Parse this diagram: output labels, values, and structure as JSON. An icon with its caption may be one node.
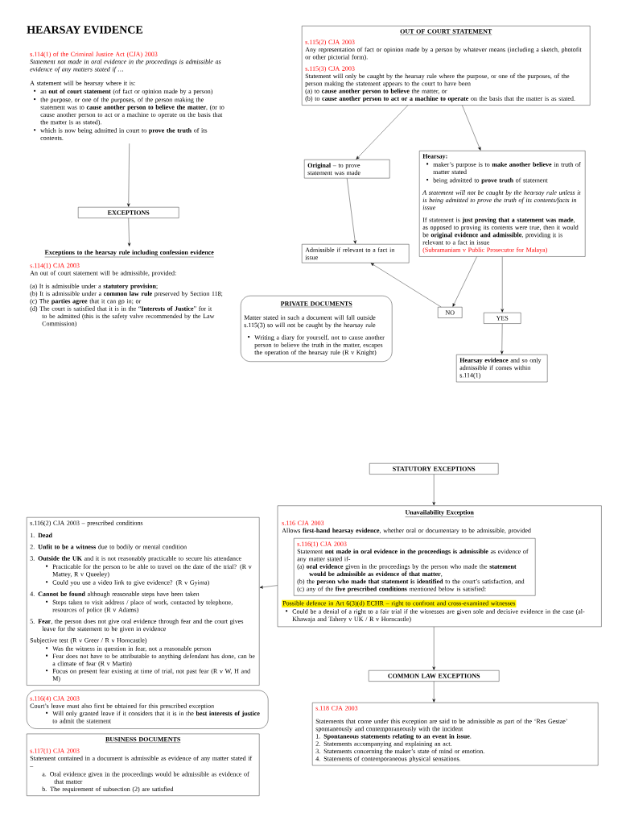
{
  "diagram": {
    "title": "HEARSAY EVIDENCE",
    "nodes": [
      {
        "text": [
          "s.114(1) of the Criminal Justice Act (CJA) 2003",
          "Statement not made in oral evidence in the proceedings is admissible as evidence of any matters stated if …",
          "A statement will be hearsay where it is:",
          "an **out of court statement** (of fact or opinion made by a person)",
          "the purpose, or one of the purposes, of the person making the statement was to **cause another person to believe the matter**, (or to cause another person to act or a machine to operate on the basis that the matter is as stated).",
          "which is now being admitted in court to **prove the truth** of its contents."
        ]
      },
      {
        "text": [
          "EXCEPTIONS"
        ]
      },
      {
        "text": [
          "Exceptions to the hearsay rule including confession evidence",
          "s.114(1) CJA 2003",
          "An out of court statement will be admissible, provided:",
          "(a) It is admissible under a **statutory provision**;",
          "(b) It is admissible under a **common law rule** preserved by Section 118;",
          "(c) The **parties agree** that it can go in; or",
          "(d) The court is satisfied that it is in the “**Interests of Justice**” for it to be admitted (this is the safety valve recommended by the Law Commission)"
        ]
      },
      {
        "text": [
          "OUT OF COURT STATEMENT",
          "s.115(2) CJA 2003",
          "Any representation of fact or opinion made by a person by whatever means (including a sketch, photofit or other pictorial form).",
          "s.115(3) CJA 2003",
          "Statement will only be caught by the hearsay rule where the purpose, or one of the purposes, of the person making the statement appears to the court to have been",
          "(a) to **cause another person to believe** the matter, or",
          "(b) to **cause another person to act or a machine to operate** on the basis that the matter is as stated."
        ]
      },
      {
        "text": [
          "**Original** – to prove statement was made"
        ]
      },
      {
        "text": [
          "Hearsay:",
          "maker’s purpose is to **make another believe** in truth of matter stated",
          "being admitted to **prove truth** of statement",
          "A statement will not be caught by the hearsay rule unless it is being admitted to prove the truth of its contents/facts in issue",
          "If statement is **just proving that a statement was made**, as opposed to proving its contents were true, then it would be **original evidence and admissible**, providing it is relevant to a fact in issue",
          "(Subramaniam v Public Prosecutor for Malaya)"
        ]
      },
      {
        "text": [
          "Admissible if relevant to a fact in issue"
        ]
      },
      {
        "text": [
          "PRIVATE DOCUMENTS",
          "Matter stated in such a document will fall outside s.115(3) so will not be caught by the hearsay rule",
          "Writing a diary for yourself, not to cause another person to believe the truth in the matter, escapes the operation of the hearsay rule (R v Knight)"
        ]
      },
      {
        "text": [
          "NO"
        ]
      },
      {
        "text": [
          "YES"
        ]
      },
      {
        "text": [
          "**Hearsay evidence** and so only admissible if comes within s.114(1)"
        ]
      },
      {
        "text": [
          "STATUTORY EXCEPTIONS"
        ]
      },
      {
        "text": [
          "Unavailability Exception",
          "s.116 CJA 2003",
          "Allows **first-hand hearsay evidence**, whether oral or documentary to be admissible, provided",
          "Possible defence in Art 6(3)(d) ECHR – right to confront and cross-examined witnesses",
          "Could be a denial of a right to a fair trial if the witnesses are given sole and decisive evidence in the case (al-Khawaja and Tahery v UK / R v Horncastle)"
        ]
      },
      {
        "text": [
          "s.116(1) CJA 2003",
          "Statement **not made in oral evidence in the proceedings is admissible** as evidence of any matter stated if-",
          "(a) **oral evidence** given in the proceedings by the person who made the **statement would be admissible as evidence of that matter**,",
          "(b) the **person who made that statement is identified** to the court’s satisfaction, and",
          "(c) any of the **five prescribed conditions** mentioned below is satisfied:"
        ],
        "in": 12
      },
      {
        "text": [
          "s.116(2) CJA 2003 – prescribed conditions",
          "1. **Dead**",
          "2. **Unfit to be a witness** due to bodily or mental condition",
          "3. **Outside the UK** and it is not reasonably practicable to secure his attendance",
          "Practicable for the person to be able to travel on the date of the trial? (R v Mattey, R v Queeley)",
          "Could you use a video link to give evidence? (R v Gyima)",
          "4. **Cannot be found** although reasonable steps have been taken",
          "Steps taken to visit address / place of work, contacted by telephone, resources of police (R v Adams)",
          "5. **Fear**, the person does not give oral evidence through fear and the court gives leave for the statement to be given in evidence",
          "Subjective test (R v Greer / R v Horncastle)",
          "Was the witness in question in fear, not a reasonable person",
          "Fear does not have to be attributable to anything defendant has done, can be a climate of fear (R v Martin)",
          "Focus on present fear existing at time of trial, not past fear (R v W, H and M)"
        ]
      },
      {
        "text": [
          "s.116(4) CJA 2003",
          "Court’s leave must also first be obtained for this prescribed exception",
          "Will only granted leave if it considers that it is in the **best interests of justice** to admit the statement"
        ]
      },
      {
        "text": [
          "COMMON LAW EXCEPTIONS"
        ]
      },
      {
        "text": [
          "BUSINESS DOCUMENTS",
          "s.117(1) CJA 2003",
          "Statement contained in a document is admissible as evidence of any matter stated if –",
          "a. Oral evidence given in the proceedings would be admissible as evidence of that matter",
          "b. The requirement of subsection (2) are satisfied"
        ]
      },
      {
        "text": [
          "s.118 CJA 2003",
          "Statements that come under this exception are said to be admissible as part of the ‘Res Gestae’ spontaneously and contemporaneously with the incident",
          "1. **Spontaneous statements relating to an event in issue**.",
          "2. Statements accompanying and explaining an act.",
          "3. Statements concerning the maker’s state of mind or emotion.",
          "4. Statements of contemporaneous physical sensations."
        ]
      }
    ],
    "edges": [
      {
        "from": 0,
        "to": 1,
        "arrow": "to"
      },
      {
        "from": 1,
        "to": 2,
        "arrow": "to"
      },
      {
        "from": 3,
        "to": 4,
        "arrow": "to"
      },
      {
        "from": 3,
        "to": 5,
        "arrow": "to"
      },
      {
        "from": 4,
        "to": 6,
        "arrow": "to"
      },
      {
        "from": 5,
        "to": 8,
        "arrow": "to"
      },
      {
        "from": 5,
        "to": 9,
        "arrow": "to"
      },
      {
        "from": 8,
        "to": 6,
        "arrow": "to"
      },
      {
        "from": 9,
        "to": 10,
        "arrow": "to"
      },
      {
        "from": 11,
        "to": 12,
        "arrow": "to"
      },
      {
        "from": 12,
        "to": 14,
        "arrow": "to"
      },
      {
        "from": 12,
        "to": 16,
        "arrow": "to"
      },
      {
        "from": 16,
        "to": 18,
        "arrow": "to"
      }
    ]
  }
}
